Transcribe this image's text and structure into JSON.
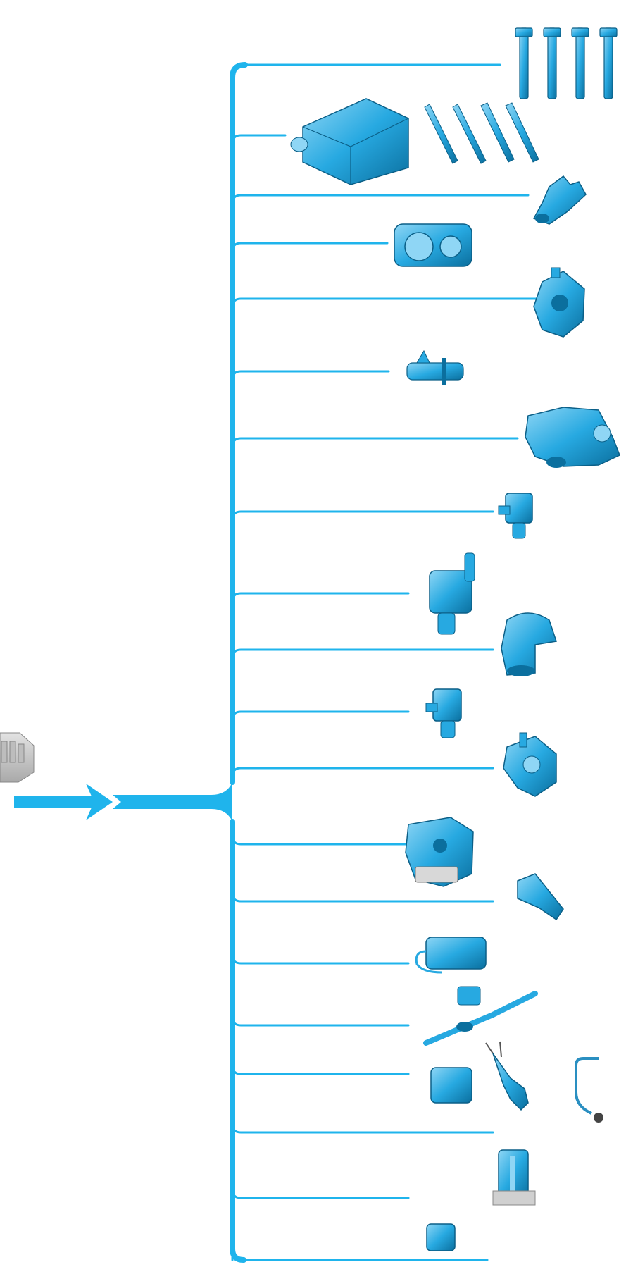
{
  "colors": {
    "line": "#1fb4ec",
    "part_fill": "#27a9e1",
    "part_dark": "#0b6f9e",
    "part_light": "#8fd6f5",
    "ecu_grey": "#c8c8c8"
  },
  "diagram": {
    "source": "engine-control-unit",
    "components": [
      {
        "id": "injectors",
        "icon": "fuel-injector-icon"
      },
      {
        "id": "air-box",
        "icon": "air-filter-housing-icon"
      },
      {
        "id": "glow-plugs",
        "icon": "glow-plug-icon"
      },
      {
        "id": "camshaft-sensor",
        "icon": "position-sensor-icon"
      },
      {
        "id": "throttle-body",
        "icon": "throttle-body-icon"
      },
      {
        "id": "high-pressure-pump",
        "icon": "fuel-pump-icon"
      },
      {
        "id": "pressure-sensor",
        "icon": "pressure-sensor-icon"
      },
      {
        "id": "thermostat-housing",
        "icon": "thermostat-housing-icon"
      },
      {
        "id": "solenoid-valve-1",
        "icon": "solenoid-valve-icon"
      },
      {
        "id": "electric-pump",
        "icon": "electric-pump-icon"
      },
      {
        "id": "canister-valve",
        "icon": "canister-valve-icon"
      },
      {
        "id": "solenoid-valve-2",
        "icon": "solenoid-valve-icon"
      },
      {
        "id": "water-pump",
        "icon": "water-pump-icon"
      },
      {
        "id": "egr-valve",
        "icon": "egr-valve-icon"
      },
      {
        "id": "crank-sensor",
        "icon": "crank-sensor-icon"
      },
      {
        "id": "sensor-harness",
        "icon": "sensor-harness-icon"
      },
      {
        "id": "temperature-probe",
        "icon": "temperature-probe-icon"
      },
      {
        "id": "relay-box",
        "icon": "relay-icon"
      },
      {
        "id": "lambda-sensor",
        "icon": "lambda-sensor-icon"
      },
      {
        "id": "hose-sensor",
        "icon": "hose-sensor-icon"
      },
      {
        "id": "filter-module",
        "icon": "filter-module-icon"
      },
      {
        "id": "small-relay",
        "icon": "small-relay-icon"
      }
    ]
  }
}
